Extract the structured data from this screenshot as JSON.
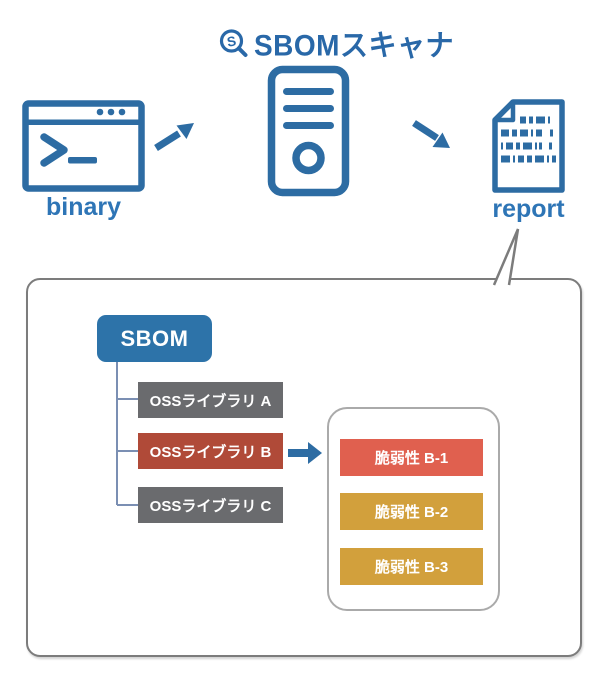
{
  "logo": {
    "title": "SBOMスキャナ",
    "icon_letter": "S"
  },
  "flow": {
    "binary_label": "binary",
    "report_label": "report"
  },
  "callout": {
    "sbom_label": "SBOM",
    "libraries": [
      {
        "label": "OSSライブラリ A",
        "color": "#6a6b6e"
      },
      {
        "label": "OSSライブラリ B",
        "color": "#b04a38"
      },
      {
        "label": "OSSライブラリ C",
        "color": "#6a6b6e"
      }
    ],
    "vulnerabilities": [
      {
        "label": "脆弱性 B-1",
        "color": "#e0604f"
      },
      {
        "label": "脆弱性 B-2",
        "color": "#d2a03c"
      },
      {
        "label": "脆弱性 B-3",
        "color": "#d2a03c"
      }
    ]
  },
  "colors": {
    "icon_blue": "#2d6ca3",
    "label_blue": "#2e75b6",
    "logo_blue": "#2968a8",
    "sbom_blue": "#2d73a9",
    "gray_box": "#6a6b6e",
    "brick_red": "#b04a38",
    "salmon_red": "#e0604f",
    "amber": "#d2a03c",
    "callout_border": "#7c7c7c",
    "panel_border": "#aaaaaa",
    "tree_line": "#7b8fb3"
  }
}
